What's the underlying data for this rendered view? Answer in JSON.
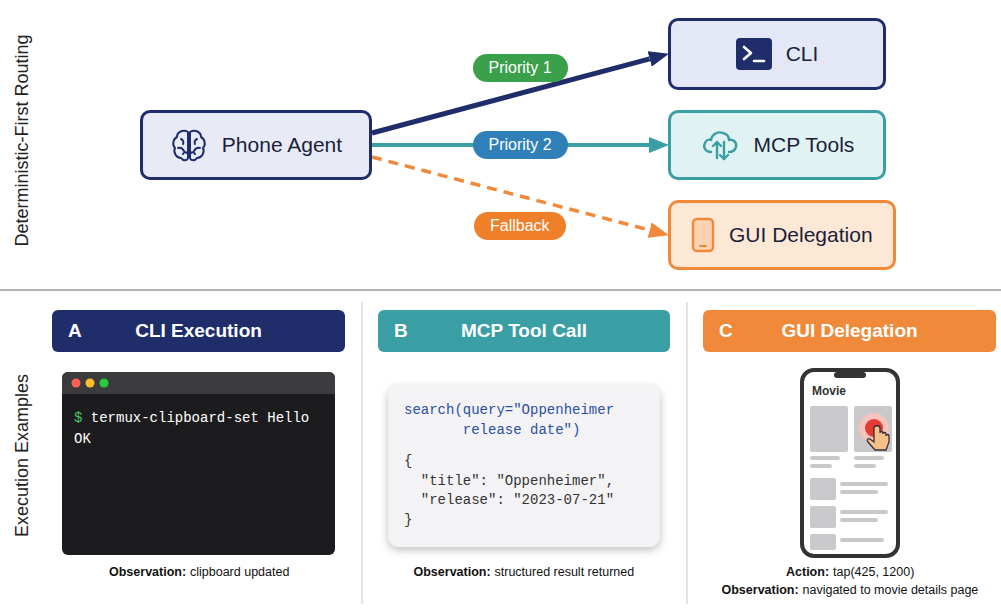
{
  "diagram": {
    "nodes": [
      {
        "text": [
          "Phone Agent"
        ]
      },
      {
        "text": [
          "CLI"
        ]
      },
      {
        "text": [
          "MCP Tools"
        ]
      },
      {
        "text": [
          "GUI Delegation"
        ]
      },
      {
        "text": [
          "A",
          "CLI Execution"
        ]
      },
      {
        "text": [
          "$ termux-clipboard-set Hello",
          "OK"
        ]
      },
      {
        "text": [
          "B",
          "MCP Tool Call"
        ]
      },
      {
        "text": [
          "search(query=\"Oppenheimer",
          "release date\")",
          "{",
          "\"title\": \"Oppenheimer\",",
          "\"release\": \"2023-07-21\"",
          "}"
        ]
      },
      {
        "text": [
          "C",
          "GUI Delegation"
        ]
      },
      {
        "text": [
          "Movie"
        ]
      }
    ],
    "edges": [
      {
        "from": 0,
        "to": 1,
        "arrow": "to",
        "label": "Priority 1"
      },
      {
        "from": 0,
        "to": 2,
        "arrow": "to",
        "label": "Priority 2"
      },
      {
        "from": 0,
        "to": 3,
        "arrow": "to",
        "label": "Fallback"
      }
    ],
    "labels": [
      "Deterministic-First Routing",
      "Execution Examples",
      "Observation:",
      "clipboard updated",
      "Observation:",
      "structured result returned",
      "Action:",
      "tap(425, 1200)",
      "Observation:",
      "navigated to movie details page"
    ]
  }
}
